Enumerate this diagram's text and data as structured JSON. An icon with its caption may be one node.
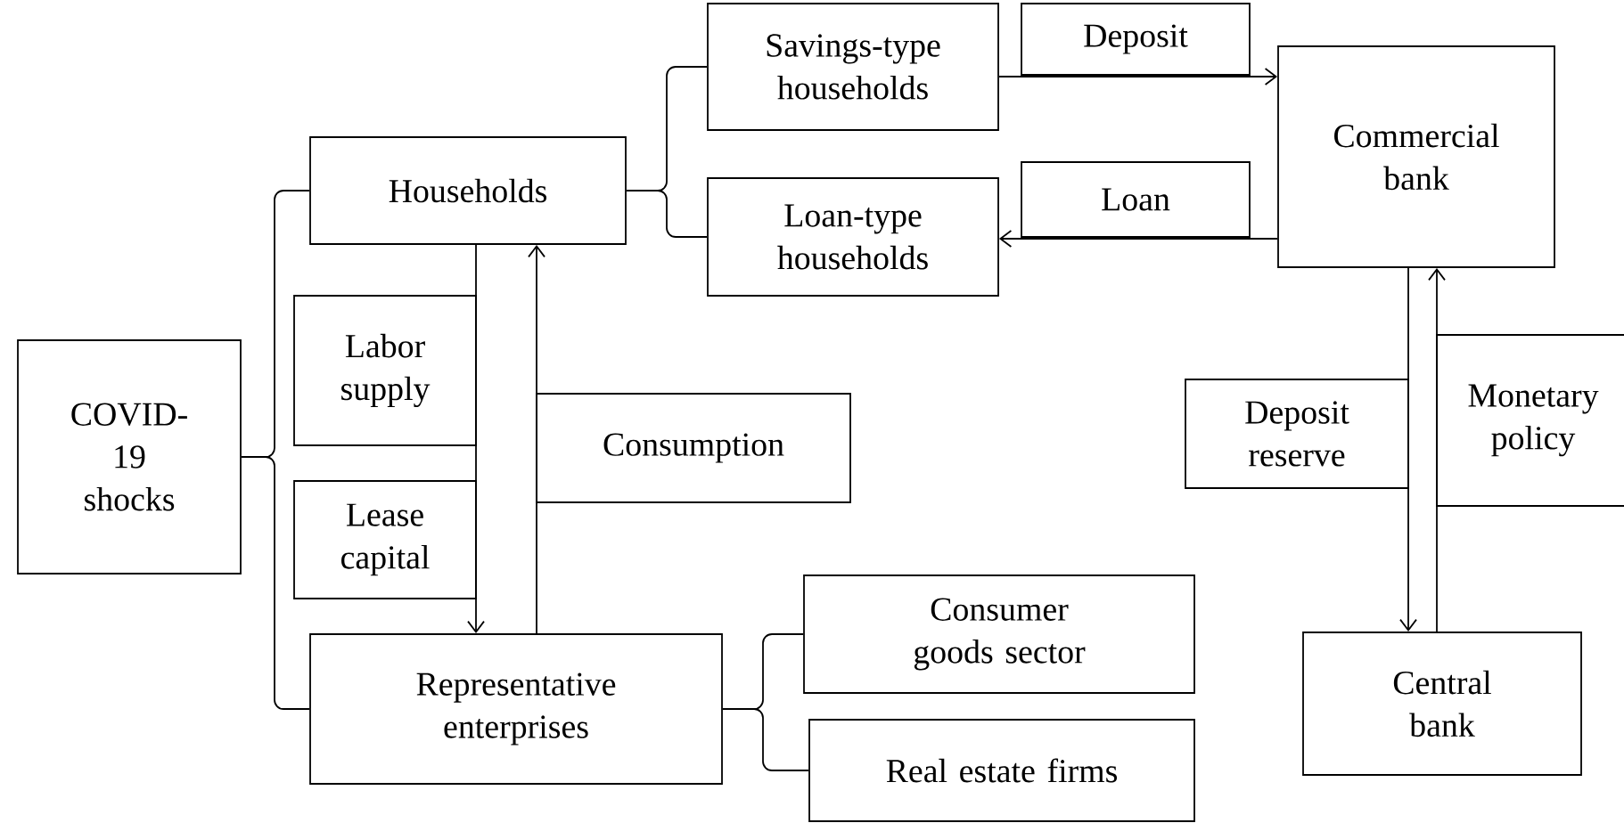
{
  "diagram": {
    "nodes": [
      {
        "text": [
          "COVID-19 shocks"
        ]
      },
      {
        "text": [
          "Households"
        ]
      },
      {
        "text": [
          "Savings-type households"
        ]
      },
      {
        "text": [
          "Loan-type households"
        ]
      },
      {
        "text": [
          "Deposit"
        ]
      },
      {
        "text": [
          "Commercial bank"
        ]
      },
      {
        "text": [
          "Loan"
        ]
      },
      {
        "text": [
          "Labor supply"
        ]
      },
      {
        "text": [
          "Lease capital"
        ]
      },
      {
        "text": [
          "Consumption"
        ]
      },
      {
        "text": [
          "Representative enterprises"
        ]
      },
      {
        "text": [
          "Consumer goods sector"
        ]
      },
      {
        "text": [
          "Real estate firms"
        ]
      },
      {
        "text": [
          "Deposit reserve"
        ]
      },
      {
        "text": [
          "Monetary policy"
        ]
      },
      {
        "text": [
          "Central bank"
        ]
      }
    ],
    "edges": [
      {
        "from": 0,
        "to": 1,
        "arrow": "none"
      },
      {
        "from": 0,
        "to": 10,
        "arrow": "none"
      },
      {
        "from": 1,
        "to": 2,
        "arrow": "none"
      },
      {
        "from": 1,
        "to": 3,
        "arrow": "none"
      },
      {
        "from": 10,
        "to": 11,
        "arrow": "none"
      },
      {
        "from": 10,
        "to": 12,
        "arrow": "none"
      },
      {
        "from": 1,
        "to": 10,
        "arrow": "to"
      },
      {
        "from": 10,
        "to": 1,
        "arrow": "to"
      },
      {
        "from": 2,
        "to": 5,
        "arrow": "to"
      },
      {
        "from": 5,
        "to": 3,
        "arrow": "to"
      },
      {
        "from": 5,
        "to": 15,
        "arrow": "to"
      },
      {
        "from": 15,
        "to": 5,
        "arrow": "to"
      }
    ]
  }
}
